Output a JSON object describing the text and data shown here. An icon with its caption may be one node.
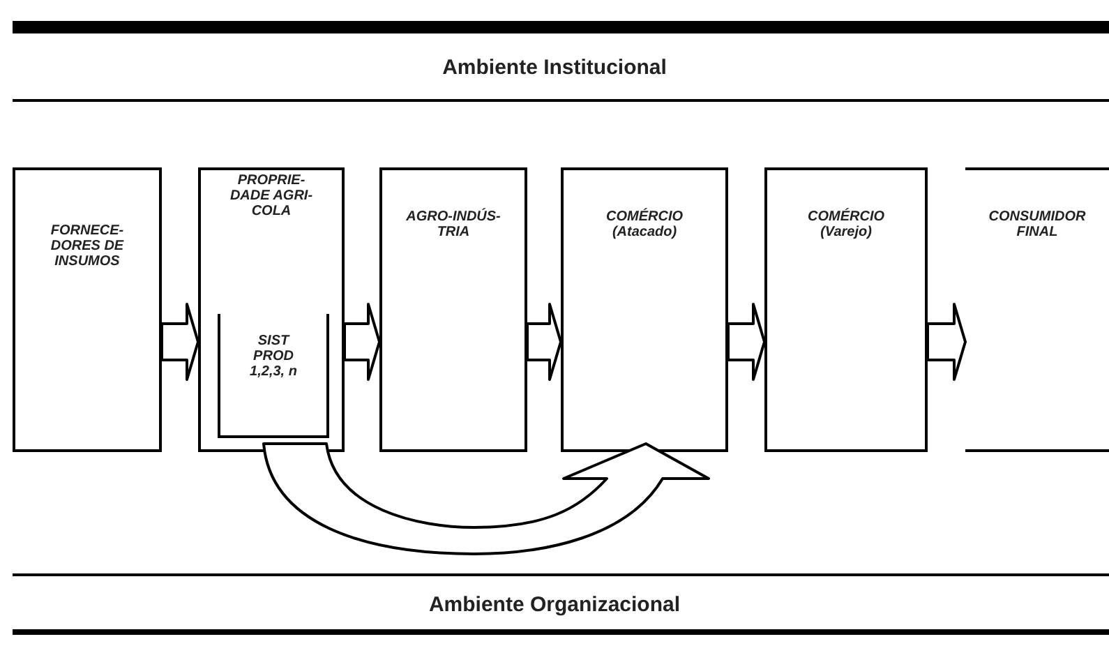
{
  "diagram": {
    "nodes": [
      {
        "text": [
          "FORNECE- DORES DE INSUMOS"
        ]
      },
      {
        "text": [
          "PROPRIE- DADE AGRI- COLA"
        ]
      },
      {
        "text": [
          "SIST PROD 1,2,3, n"
        ],
        "in": 1
      },
      {
        "text": [
          "AGRO-INDÚS- TRIA"
        ]
      },
      {
        "text": [
          "COMÉRCIO (Atacado)"
        ]
      },
      {
        "text": [
          "COMÉRCIO (Varejo)"
        ]
      },
      {
        "text": [
          "CONSUMIDOR FINAL"
        ]
      }
    ],
    "edges": [
      {
        "from": 0,
        "to": 1,
        "arrow": "to"
      },
      {
        "from": 1,
        "to": 3,
        "arrow": "to"
      },
      {
        "from": 3,
        "to": 4,
        "arrow": "to"
      },
      {
        "from": 4,
        "to": 5,
        "arrow": "to"
      },
      {
        "from": 5,
        "to": 6,
        "arrow": "to"
      },
      {
        "from": 2,
        "to": 4,
        "arrow": "to"
      }
    ],
    "labels": [
      "Ambiente Institucional",
      "Ambiente Organizacional"
    ]
  }
}
